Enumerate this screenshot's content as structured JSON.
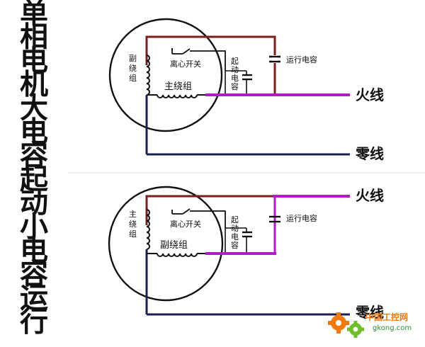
{
  "title_chars": [
    "单",
    "相",
    "电",
    "机",
    "大",
    "电",
    "容",
    "起",
    "动",
    "小",
    "电",
    "容",
    "运",
    "行"
  ],
  "diagram_top": {
    "aux_winding": "副\n绕\n组",
    "main_winding": "主绕组",
    "centrifugal_switch": "离心开关",
    "start_cap": "起\n动\n电\n容",
    "run_cap": "运行电容",
    "live": "火线",
    "neutral": "零线"
  },
  "diagram_bottom": {
    "main_winding": "主\n绕\n组",
    "aux_winding": "副绕组",
    "centrifugal_switch": "离心开关",
    "start_cap": "起\n动\n电\n容",
    "run_cap": "运行电容",
    "live": "火线",
    "neutral": "零线"
  },
  "watermark": {
    "brand": "中国工控网",
    "url": "gkong.com"
  },
  "colors": {
    "wire_red": "#7a1e1e",
    "wire_purple": "#b21cc2",
    "wire_navy": "#1a1f4d",
    "wire_dark": "#2a2a2a"
  }
}
